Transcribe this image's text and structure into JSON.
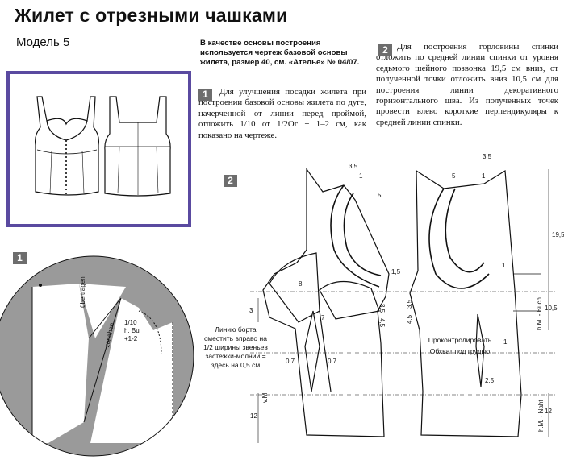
{
  "header": {
    "title": "Жилет с отрезными чашками",
    "model": "Модель 5"
  },
  "intro": "В качестве основы построения используется чертеж базовой основы жилета, размер 40, см. «Ателье» № 04/07.",
  "steps": [
    {
      "number": "1",
      "text": "Для улучшения посадки жилета при построении базовой основы жилета по дуге, начерченной от линии перед проймой, отложить 1/10 от 1/2Ог + 1–2 см, как показано на чертеже."
    },
    {
      "number": "2",
      "text": "Для построения горловины спинки отложить по средней линии спинки от уровня седьмого шейного позвонка 19,5 см вниз, от полученной точки отложить вниз 10,5 см для построения линии декоративного горизонтального шва. Из полученных точек провести влево короткие перпендикуляры к средней линии спинки."
    }
  ],
  "figure1": {
    "number": "1",
    "label_ubertragen": "übertragen",
    "label_zunahen": "zunähen",
    "formula": [
      "1/10",
      "h. Bu",
      "+1-2"
    ]
  },
  "figure2": {
    "number": "2",
    "dims": {
      "d35a": "3,5",
      "d1a": "1",
      "d5a": "5",
      "d35b": "3,5",
      "d5b": "5",
      "d1b": "1",
      "d195": "19,5",
      "d15": "1,5",
      "d1c": "1",
      "d8": "8",
      "d3": "3",
      "d7": "7",
      "d35c": "3,5",
      "d45a": "4,5",
      "d45b": "4,5",
      "d35d": "3,5",
      "d105": "10,5",
      "d1d": "1",
      "d07a": "0,7",
      "d07b": "0,7",
      "d25": "2,5",
      "d12a": "12",
      "d12b": "12"
    },
    "vm": "v.M.",
    "hm_buch": "h.M. - Buch.",
    "hm_naht": "h.M. - Naht",
    "note_front": "Линию борта сместить вправо на 1/2 ширины звеньев застежки-молнии = здесь на 0,5 см",
    "note_check": "Проконтролировать",
    "note_chest": "Обхват под грудью"
  },
  "colors": {
    "frame": "#5a4aa0",
    "gray_fill": "#9a9a9a",
    "step_box": "#6d6d6d"
  }
}
